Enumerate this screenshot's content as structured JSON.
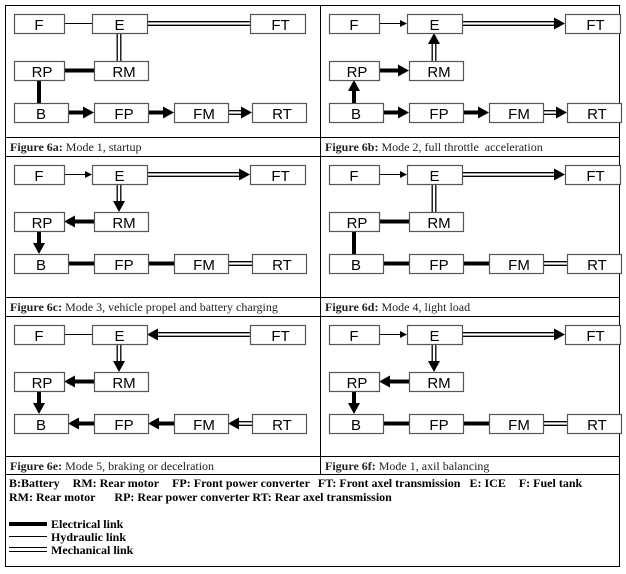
{
  "panels": [
    {
      "label": "Figure 6a:",
      "caption": " Mode 1, startup",
      "links": [
        {
          "from": "F",
          "to": "E",
          "type": "hydraulic",
          "arrow": false
        },
        {
          "from": "E",
          "to": "FT",
          "type": "mechanical",
          "arrow": false
        },
        {
          "from": "E",
          "to": "RM",
          "type": "mechanical",
          "arrow": false
        },
        {
          "from": "RP",
          "to": "RM",
          "type": "electrical",
          "arrow": false
        },
        {
          "from": "RP",
          "to": "B",
          "type": "electrical",
          "arrow": false
        },
        {
          "from": "B",
          "to": "FP",
          "type": "electrical",
          "arrow": true
        },
        {
          "from": "FP",
          "to": "FM",
          "type": "electrical",
          "arrow": true
        },
        {
          "from": "FM",
          "to": "RT",
          "type": "mechanical",
          "arrow": true
        }
      ]
    },
    {
      "label": "Figure 6b:",
      "caption": " Mode 2, full throttle  acceleration",
      "links": [
        {
          "from": "F",
          "to": "E",
          "type": "hydraulic",
          "arrow": true
        },
        {
          "from": "E",
          "to": "FT",
          "type": "mechanical",
          "arrow": true
        },
        {
          "from": "RM",
          "to": "E",
          "type": "mechanical",
          "arrow": true
        },
        {
          "from": "RP",
          "to": "RM",
          "type": "electrical",
          "arrow": true
        },
        {
          "from": "B",
          "to": "RP",
          "type": "electrical",
          "arrow": true
        },
        {
          "from": "B",
          "to": "FP",
          "type": "electrical",
          "arrow": true
        },
        {
          "from": "FP",
          "to": "FM",
          "type": "electrical",
          "arrow": true
        },
        {
          "from": "FM",
          "to": "RT",
          "type": "mechanical",
          "arrow": true
        }
      ]
    },
    {
      "label": "Figure 6c:",
      "caption": " Mode 3, vehicle propel and battery charging",
      "links": [
        {
          "from": "F",
          "to": "E",
          "type": "hydraulic",
          "arrow": true
        },
        {
          "from": "E",
          "to": "FT",
          "type": "mechanical",
          "arrow": true
        },
        {
          "from": "E",
          "to": "RM",
          "type": "mechanical",
          "arrow": true
        },
        {
          "from": "RM",
          "to": "RP",
          "type": "electrical",
          "arrow": true
        },
        {
          "from": "RP",
          "to": "B",
          "type": "electrical",
          "arrow": true
        },
        {
          "from": "B",
          "to": "FP",
          "type": "electrical",
          "arrow": false
        },
        {
          "from": "FP",
          "to": "FM",
          "type": "electrical",
          "arrow": false
        },
        {
          "from": "FM",
          "to": "RT",
          "type": "mechanical",
          "arrow": false
        }
      ]
    },
    {
      "label": "Figure 6d:",
      "caption": " Mode 4, light load",
      "links": [
        {
          "from": "F",
          "to": "E",
          "type": "hydraulic",
          "arrow": true
        },
        {
          "from": "E",
          "to": "FT",
          "type": "mechanical",
          "arrow": true
        },
        {
          "from": "E",
          "to": "RM",
          "type": "mechanical",
          "arrow": false
        },
        {
          "from": "RP",
          "to": "RM",
          "type": "electrical",
          "arrow": false
        },
        {
          "from": "RP",
          "to": "B",
          "type": "electrical",
          "arrow": false
        },
        {
          "from": "B",
          "to": "FP",
          "type": "electrical",
          "arrow": false
        },
        {
          "from": "FP",
          "to": "FM",
          "type": "electrical",
          "arrow": false
        },
        {
          "from": "FM",
          "to": "RT",
          "type": "mechanical",
          "arrow": false
        }
      ]
    },
    {
      "label": "Figure 6e:",
      "caption": " Mode 5, braking or decelration",
      "links": [
        {
          "from": "F",
          "to": "E",
          "type": "hydraulic",
          "arrow": false
        },
        {
          "from": "FT",
          "to": "E",
          "type": "mechanical",
          "arrow": true
        },
        {
          "from": "E",
          "to": "RM",
          "type": "mechanical",
          "arrow": true
        },
        {
          "from": "RM",
          "to": "RP",
          "type": "electrical",
          "arrow": true
        },
        {
          "from": "RP",
          "to": "B",
          "type": "electrical",
          "arrow": true
        },
        {
          "from": "FP",
          "to": "B",
          "type": "electrical",
          "arrow": true
        },
        {
          "from": "FM",
          "to": "FP",
          "type": "electrical",
          "arrow": true
        },
        {
          "from": "RT",
          "to": "FM",
          "type": "mechanical",
          "arrow": true
        }
      ]
    },
    {
      "label": "Figure 6f:",
      "caption": " Mode 1, axil balancing",
      "links": [
        {
          "from": "F",
          "to": "E",
          "type": "hydraulic",
          "arrow": true
        },
        {
          "from": "E",
          "to": "FT",
          "type": "mechanical",
          "arrow": true
        },
        {
          "from": "E",
          "to": "RM",
          "type": "mechanical",
          "arrow": true
        },
        {
          "from": "RM",
          "to": "RP",
          "type": "electrical",
          "arrow": true
        },
        {
          "from": "RP",
          "to": "B",
          "type": "electrical",
          "arrow": true
        },
        {
          "from": "B",
          "to": "FP",
          "type": "electrical",
          "arrow": false
        },
        {
          "from": "FP",
          "to": "FM",
          "type": "electrical",
          "arrow": false
        },
        {
          "from": "FM",
          "to": "RT",
          "type": "mechanical",
          "arrow": false
        }
      ]
    }
  ],
  "blocks": [
    "F",
    "E",
    "FT",
    "RP",
    "RM",
    "B",
    "FP",
    "FM",
    "RT"
  ],
  "legend": {
    "line1": [
      "B:Battery",
      "RM: Rear motor",
      "FP: Front power converter",
      "FT: Front axel transmission",
      "E: ICE",
      "F: Fuel tank"
    ],
    "line2": [
      "RM: Rear motor",
      "RP: Rear power converter RT: Rear axel transmission"
    ],
    "keys": {
      "electrical": "Electrical  link",
      "hydraulic": "Hydraulic link",
      "mechanical": "Mechanical link"
    }
  }
}
